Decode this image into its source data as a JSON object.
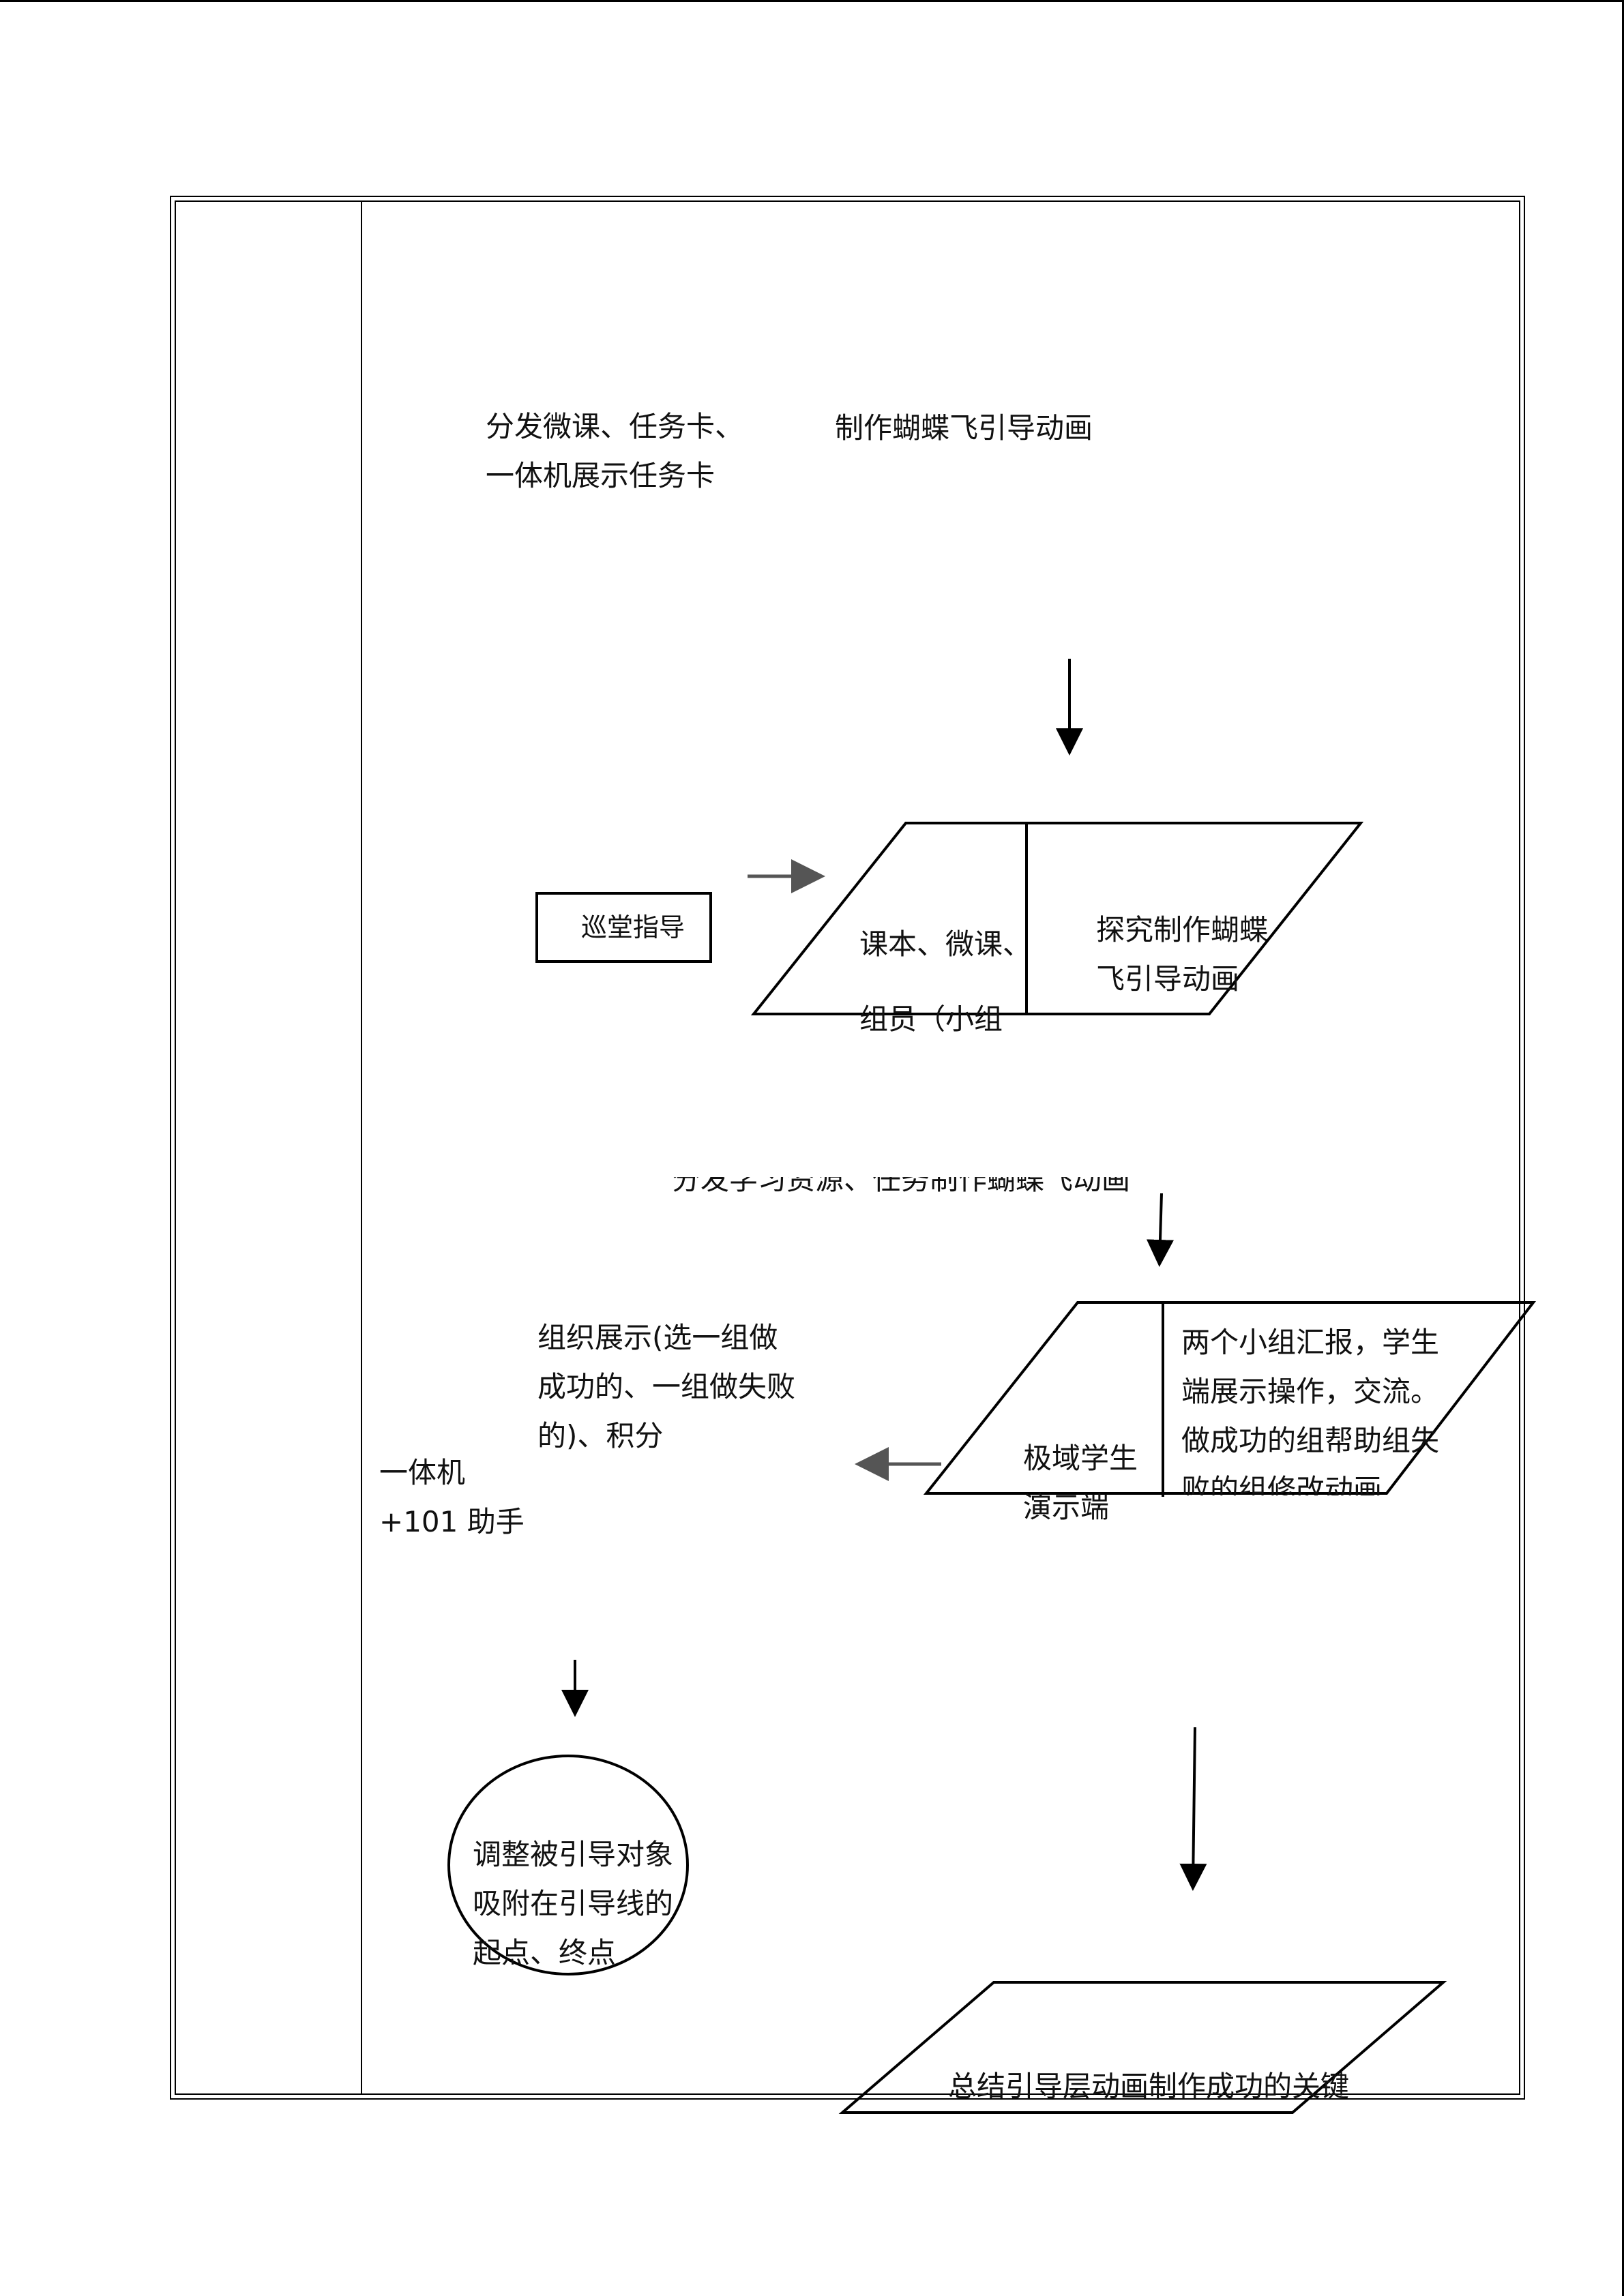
{
  "texts": {
    "distribute": [
      "分发微课、任务卡、",
      "一体机展示任务卡"
    ],
    "make_anim": "制作蝴蝶飞引导动画",
    "patrol": "巡堂指导",
    "para1_left": [
      "课本、微课、",
      "组员（小组"
    ],
    "para1_right": [
      "探究制作蝴蝶",
      "飞引导动画"
    ],
    "partial_caption": "分发学习资源、任务制作蝴蝶飞动画",
    "organize": [
      "组织展示(选一组做",
      "成功的、一组做失败",
      "的)、积分"
    ],
    "device": [
      "一体机",
      "+101 助手"
    ],
    "para2_left": [
      "极域学生",
      "演示端"
    ],
    "para2_right": [
      "两个小组汇报，学生",
      "端展示操作，交流。",
      "做成功的组帮助组失",
      "败的组修改动画"
    ],
    "circle": [
      "调整被引导对象",
      "吸附在引导线的",
      "起点、终点"
    ],
    "summary": "总结引导层动画制作成功的关键"
  }
}
